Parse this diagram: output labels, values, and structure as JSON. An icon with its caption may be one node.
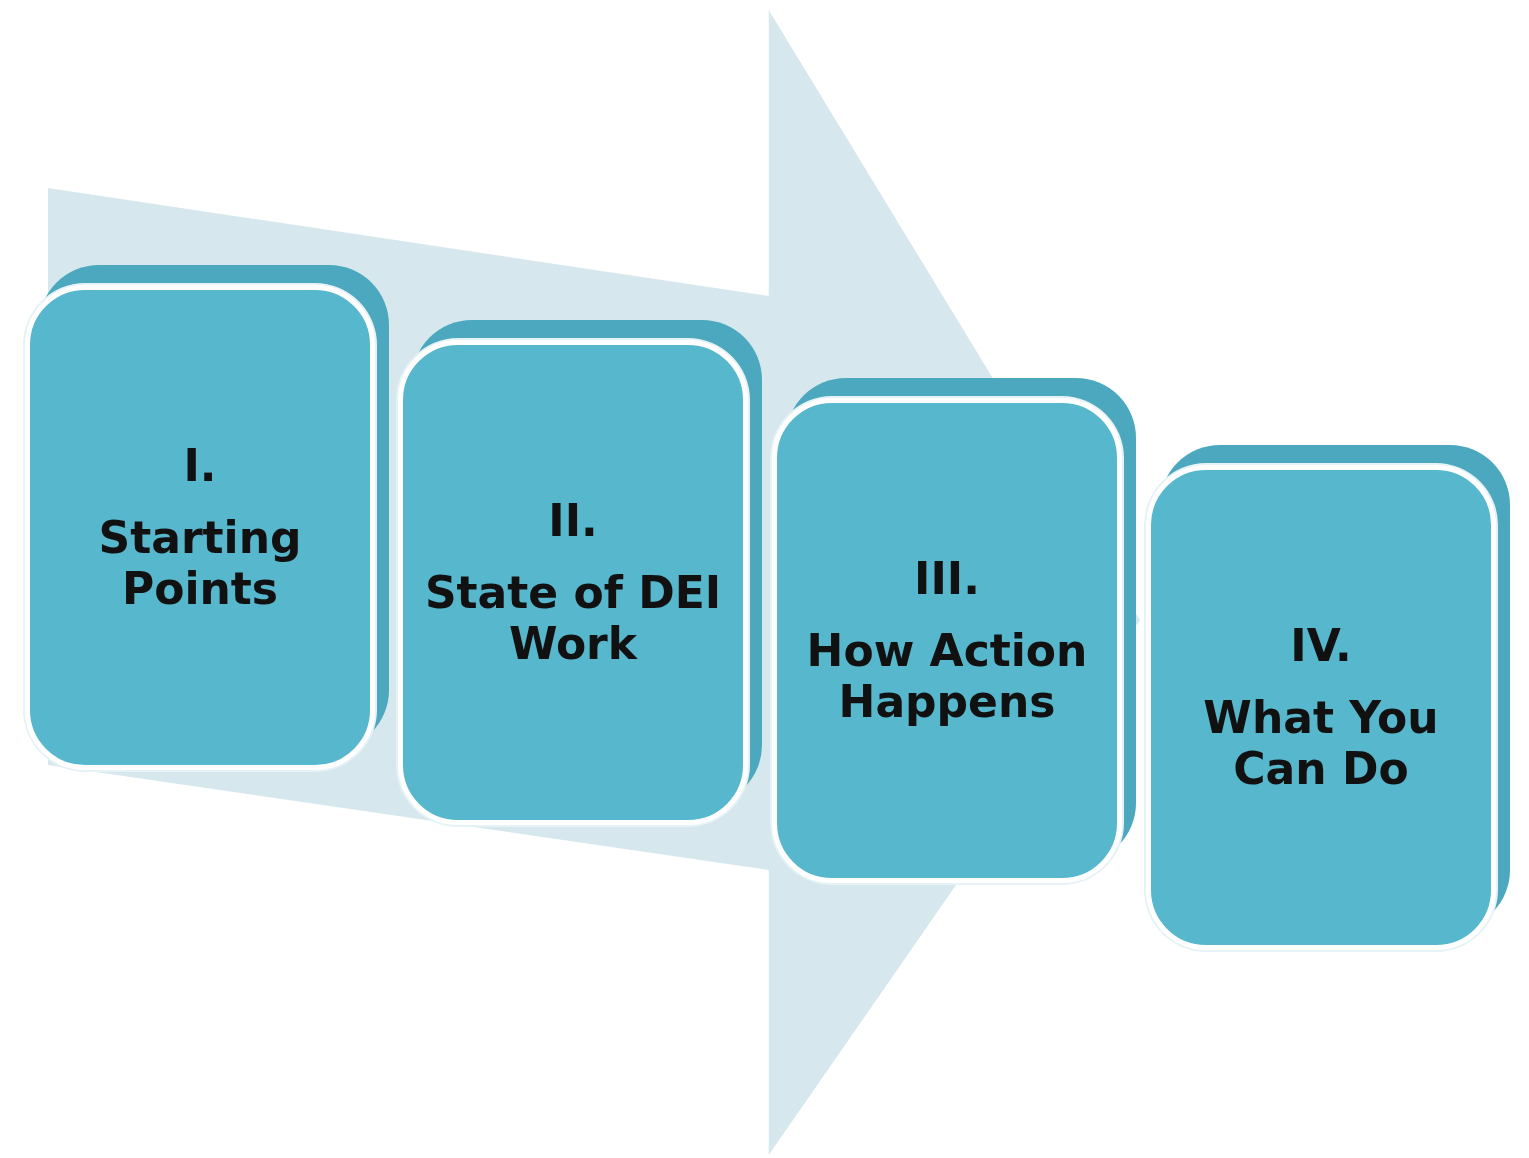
{
  "diagram": {
    "nodes": [
      {
        "text": [
          "I.",
          "Starting Points"
        ]
      },
      {
        "text": [
          "II.",
          "State of DEI Work"
        ]
      },
      {
        "text": [
          "III.",
          "How Action Happens"
        ]
      },
      {
        "text": [
          "IV.",
          "What You Can Do"
        ]
      }
    ],
    "edges": [
      {
        "from": 0,
        "to": 3,
        "arrow": "to"
      }
    ]
  }
}
